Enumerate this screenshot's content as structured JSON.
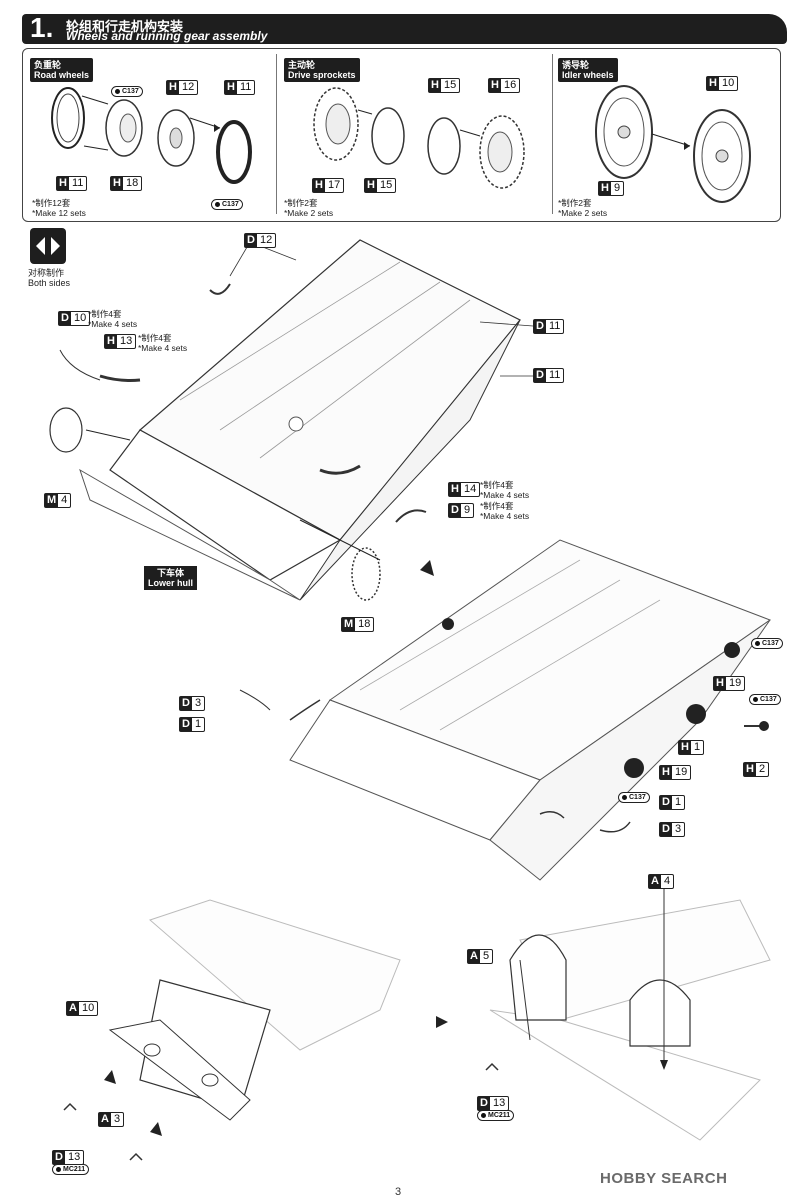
{
  "step": {
    "number": "1",
    "dot": ".",
    "title_cn": "轮组和行走机构安装",
    "title_en": "Wheels and running gear assembly"
  },
  "panels": {
    "road_wheels": {
      "label_cn": "负重轮",
      "label_en": "Road wheels",
      "note_cn": "*制作12套",
      "note_en": "*Make 12 sets",
      "parts": [
        {
          "letter": "H",
          "num": "12"
        },
        {
          "letter": "H",
          "num": "11"
        },
        {
          "letter": "H",
          "num": "11"
        },
        {
          "letter": "H",
          "num": "18"
        }
      ],
      "paint_top": "C137",
      "paint_bottom": "C137"
    },
    "drive_sprockets": {
      "label_cn": "主动轮",
      "label_en": "Drive sprockets",
      "note_cn": "*制作2套",
      "note_en": "*Make 2 sets",
      "parts": [
        {
          "letter": "H",
          "num": "15"
        },
        {
          "letter": "H",
          "num": "16"
        },
        {
          "letter": "H",
          "num": "17"
        },
        {
          "letter": "H",
          "num": "15"
        }
      ]
    },
    "idler_wheels": {
      "label_cn": "诱导轮",
      "label_en": "Idler wheels",
      "note_cn": "*制作2套",
      "note_en": "*Make 2 sets",
      "parts": [
        {
          "letter": "H",
          "num": "10"
        },
        {
          "letter": "H",
          "num": "9"
        }
      ]
    }
  },
  "both_sides": {
    "cn": "对称制作",
    "en": "Both sides"
  },
  "callouts": {
    "d12": {
      "letter": "D",
      "num": "12"
    },
    "d10": {
      "letter": "D",
      "num": "10",
      "note_cn": "*制作4套",
      "note_en": "*Make 4 sets"
    },
    "h13": {
      "letter": "H",
      "num": "13",
      "note_cn": "*制作4套",
      "note_en": "*Make 4 sets"
    },
    "d11a": {
      "letter": "D",
      "num": "11"
    },
    "d11b": {
      "letter": "D",
      "num": "11"
    },
    "m4": {
      "letter": "M",
      "num": "4"
    },
    "h14": {
      "letter": "H",
      "num": "14",
      "note_cn": "*制作4套",
      "note_en": "*Make 4 sets"
    },
    "d9": {
      "letter": "D",
      "num": "9",
      "note_cn": "*制作4套",
      "note_en": "*Make 4 sets"
    },
    "m18": {
      "letter": "M",
      "num": "18"
    },
    "lower_hull_cn": "下车体",
    "lower_hull_en": "Lower hull",
    "d3a": {
      "letter": "D",
      "num": "3"
    },
    "d1a": {
      "letter": "D",
      "num": "1"
    },
    "h19a": {
      "letter": "H",
      "num": "19"
    },
    "h1": {
      "letter": "H",
      "num": "1"
    },
    "h2": {
      "letter": "H",
      "num": "2"
    },
    "h19b": {
      "letter": "H",
      "num": "19"
    },
    "d1b": {
      "letter": "D",
      "num": "1"
    },
    "d3b": {
      "letter": "D",
      "num": "3"
    },
    "paint_c137_a": "C137",
    "paint_c137_b": "C137",
    "paint_c137_c": "C137",
    "a10": {
      "letter": "A",
      "num": "10"
    },
    "a3": {
      "letter": "A",
      "num": "3"
    },
    "d13a": {
      "letter": "D",
      "num": "13"
    },
    "mc211_a": "MC211",
    "a4": {
      "letter": "A",
      "num": "4"
    },
    "a5": {
      "letter": "A",
      "num": "5"
    },
    "d13b": {
      "letter": "D",
      "num": "13"
    },
    "mc211_b": "MC211"
  },
  "page_number": "3",
  "watermark": "HOBBY SEARCH"
}
